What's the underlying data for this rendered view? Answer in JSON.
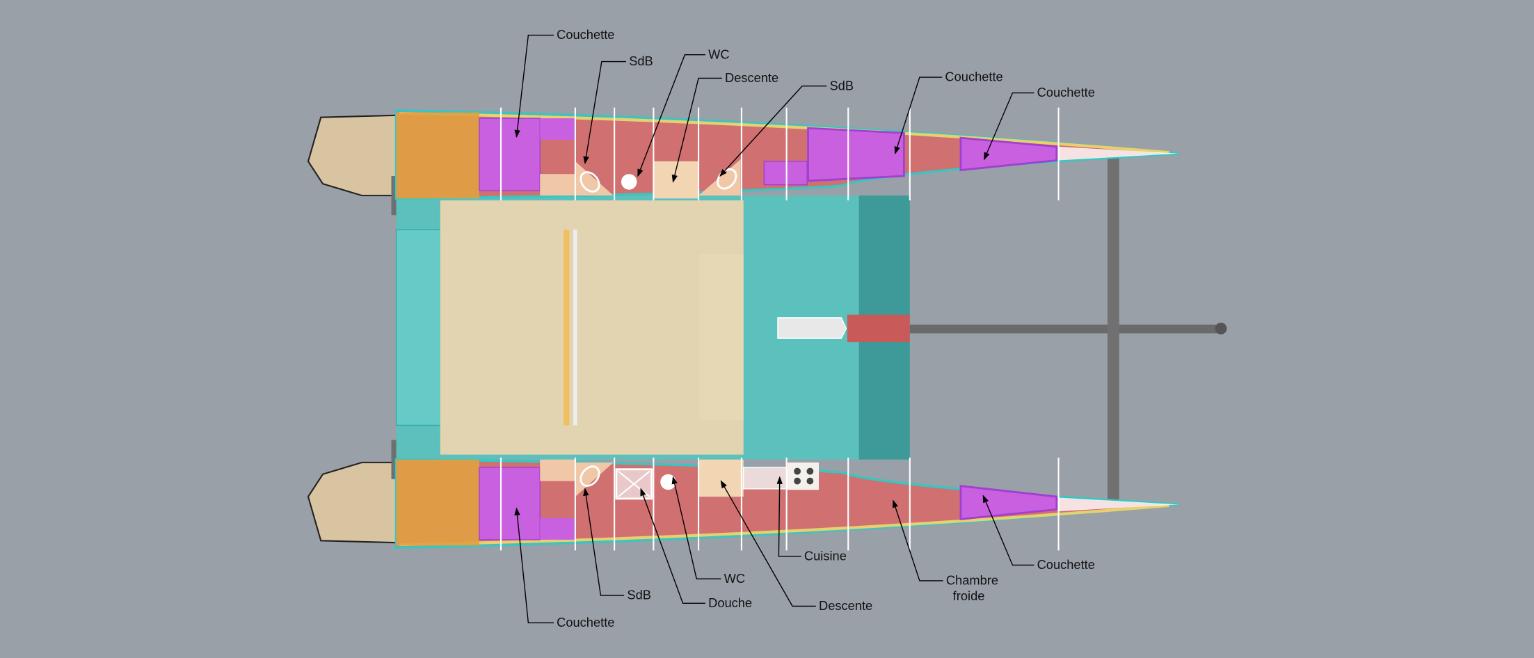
{
  "colors": {
    "background": "#9aa0a8",
    "hull_outline": "#3cc4c0",
    "cabin_red": "#d07070",
    "berth_magenta": "#c860e0",
    "saloon_beige": "#e2d4b0",
    "cockpit_teal": "#5cc0bc",
    "stern_tan": "#d8c4a0",
    "orange": "#e0a040"
  },
  "labels": {
    "top": [
      {
        "text": "Couchette"
      },
      {
        "text": "SdB"
      },
      {
        "text": "WC"
      },
      {
        "text": "Descente"
      },
      {
        "text": "SdB"
      },
      {
        "text": "Couchette"
      },
      {
        "text": "Couchette"
      }
    ],
    "bottom": [
      {
        "text": "Couchette"
      },
      {
        "text": "SdB"
      },
      {
        "text": "Douche"
      },
      {
        "text": "WC"
      },
      {
        "text": "Descente"
      },
      {
        "text": "Cuisine"
      },
      {
        "text": "Chambre",
        "text2": "froide"
      },
      {
        "text": "Couchette"
      }
    ]
  }
}
